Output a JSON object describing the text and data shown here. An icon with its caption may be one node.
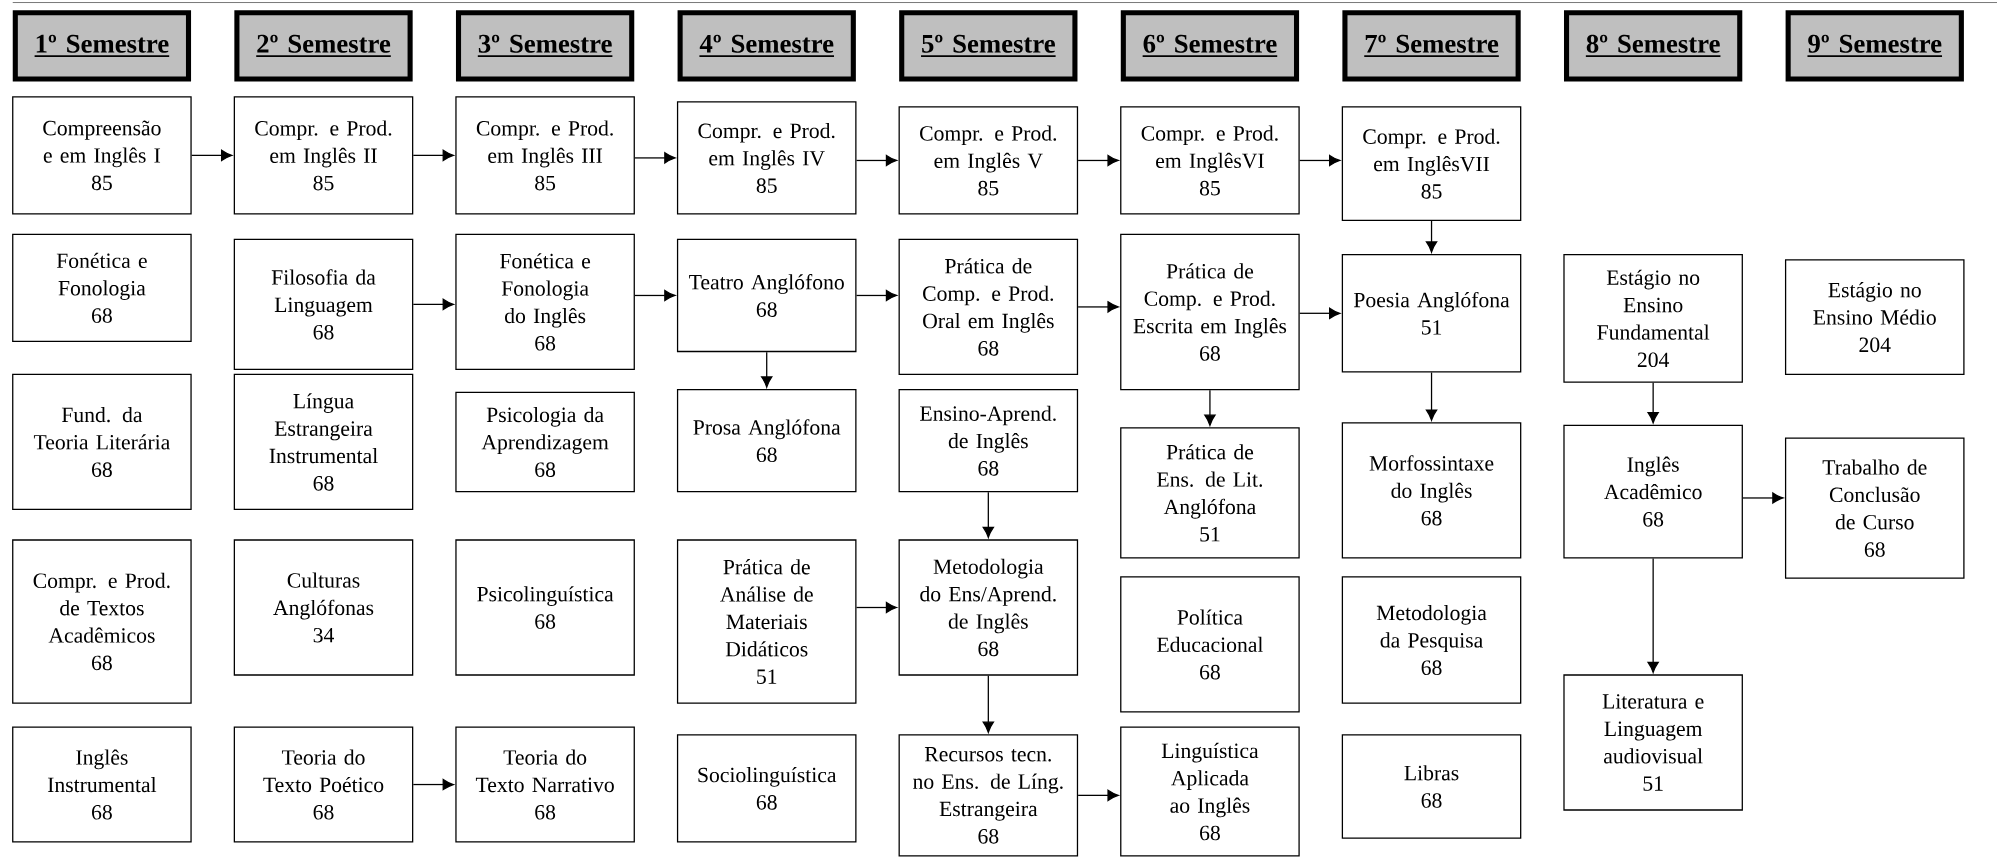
{
  "diagram": {
    "nodes": [
      {
        "text": [
          "1º Semestre"
        ]
      },
      {
        "text": [
          "2º Semestre"
        ]
      },
      {
        "text": [
          "3º Semestre"
        ]
      },
      {
        "text": [
          "4º Semestre"
        ]
      },
      {
        "text": [
          "5º Semestre"
        ]
      },
      {
        "text": [
          "6º Semestre"
        ]
      },
      {
        "text": [
          "7º Semestre"
        ]
      },
      {
        "text": [
          "8º Semestre"
        ]
      },
      {
        "text": [
          "9º Semestre"
        ]
      },
      {
        "text": [
          "Compreensão e em Inglês I",
          "85"
        ]
      },
      {
        "text": [
          "Fonética e Fonologia",
          "68"
        ]
      },
      {
        "text": [
          "Fund. da Teoria Literária",
          "68"
        ]
      },
      {
        "text": [
          "Compr. e Prod. de Textos Acadêmicos",
          "68"
        ]
      },
      {
        "text": [
          "Inglês Instrumental",
          "68"
        ]
      },
      {
        "text": [
          "Compr. e Prod. em Inglês II",
          "85"
        ]
      },
      {
        "text": [
          "Filosofia da Linguagem",
          "68"
        ]
      },
      {
        "text": [
          "Língua Estrangeira Instrumental",
          "68"
        ]
      },
      {
        "text": [
          "Culturas Anglófonas",
          "34"
        ]
      },
      {
        "text": [
          "Teoria do Texto Poético",
          "68"
        ]
      },
      {
        "text": [
          "Compr. e Prod. em Inglês III",
          "85"
        ]
      },
      {
        "text": [
          "Fonética e Fonologia do Inglês",
          "68"
        ]
      },
      {
        "text": [
          "Psicologia da Aprendizagem",
          "68"
        ]
      },
      {
        "text": [
          "Psicolinguística",
          "68"
        ]
      },
      {
        "text": [
          "Teoria do Texto Narrativo",
          "68"
        ]
      },
      {
        "text": [
          "Compr. e Prod. em Inglês IV",
          "85"
        ]
      },
      {
        "text": [
          "Teatro Anglófono",
          "68"
        ]
      },
      {
        "text": [
          "Prosa Anglófona",
          "68"
        ]
      },
      {
        "text": [
          "Prática de Análise de Materiais Didáticos",
          "51"
        ]
      },
      {
        "text": [
          "Sociolinguística",
          "68"
        ]
      },
      {
        "text": [
          "Compr. e Prod. em Inglês V",
          "85"
        ]
      },
      {
        "text": [
          "Prática de Comp. e Prod. Oral em Inglês",
          "68"
        ]
      },
      {
        "text": [
          "Ensino-Aprend. de Inglês",
          "68"
        ]
      },
      {
        "text": [
          "Metodologia do Ens/Aprend. de Inglês",
          "68"
        ]
      },
      {
        "text": [
          "Recursos tecn. no Ens. de Líng. Estrangeira",
          "68"
        ]
      },
      {
        "text": [
          "Compr. e Prod. em InglêsVI",
          "85"
        ]
      },
      {
        "text": [
          "Prática de Comp. e Prod. Escrita em Inglês",
          "68"
        ]
      },
      {
        "text": [
          "Prática de Ens. de Lit. Anglófona",
          "51"
        ]
      },
      {
        "text": [
          "Política Educacional",
          "68"
        ]
      },
      {
        "text": [
          "Linguística Aplicada ao Inglês",
          "68"
        ]
      },
      {
        "text": [
          "Compr. e Prod. em InglêsVII",
          "85"
        ]
      },
      {
        "text": [
          "Poesia Anglófona",
          "51"
        ]
      },
      {
        "text": [
          "Morfossintaxe do Inglês",
          "68"
        ]
      },
      {
        "text": [
          "Metodologia da Pesquisa",
          "68"
        ]
      },
      {
        "text": [
          "Libras",
          "68"
        ]
      },
      {
        "text": [
          "Estágio no Ensino Fundamental",
          "204"
        ]
      },
      {
        "text": [
          "Inglês Acadêmico",
          "68"
        ]
      },
      {
        "text": [
          "Literatura e Linguagem audiovisual",
          "51"
        ]
      },
      {
        "text": [
          "Estágio no Ensino Médio",
          "204"
        ]
      },
      {
        "text": [
          "Trabalho de Conclusão de Curso",
          "68"
        ]
      }
    ],
    "edges": [
      {
        "from": 9,
        "to": 14,
        "arrow": "to"
      },
      {
        "from": 14,
        "to": 19,
        "arrow": "to"
      },
      {
        "from": 19,
        "to": 24,
        "arrow": "to"
      },
      {
        "from": 24,
        "to": 29,
        "arrow": "to"
      },
      {
        "from": 29,
        "to": 34,
        "arrow": "to"
      },
      {
        "from": 34,
        "to": 39,
        "arrow": "to"
      },
      {
        "from": 15,
        "to": 20,
        "arrow": "to"
      },
      {
        "from": 20,
        "to": 25,
        "arrow": "to"
      },
      {
        "from": 25,
        "to": 30,
        "arrow": "to"
      },
      {
        "from": 30,
        "to": 35,
        "arrow": "to"
      },
      {
        "from": 35,
        "to": 40,
        "arrow": "to"
      },
      {
        "from": 25,
        "to": 26,
        "arrow": "to"
      },
      {
        "from": 39,
        "to": 40,
        "arrow": "to"
      },
      {
        "from": 35,
        "to": 36,
        "arrow": "to"
      },
      {
        "from": 40,
        "to": 41,
        "arrow": "to"
      },
      {
        "from": 18,
        "to": 23,
        "arrow": "to"
      },
      {
        "from": 27,
        "to": 32,
        "arrow": "to"
      },
      {
        "from": 31,
        "to": 32,
        "arrow": "to"
      },
      {
        "from": 32,
        "to": 33,
        "arrow": "to"
      },
      {
        "from": 33,
        "to": 38,
        "arrow": "to"
      },
      {
        "from": 44,
        "to": 45,
        "arrow": "to"
      },
      {
        "from": 45,
        "to": 46,
        "arrow": "to"
      },
      {
        "from": 45,
        "to": 48,
        "arrow": "to"
      }
    ]
  }
}
